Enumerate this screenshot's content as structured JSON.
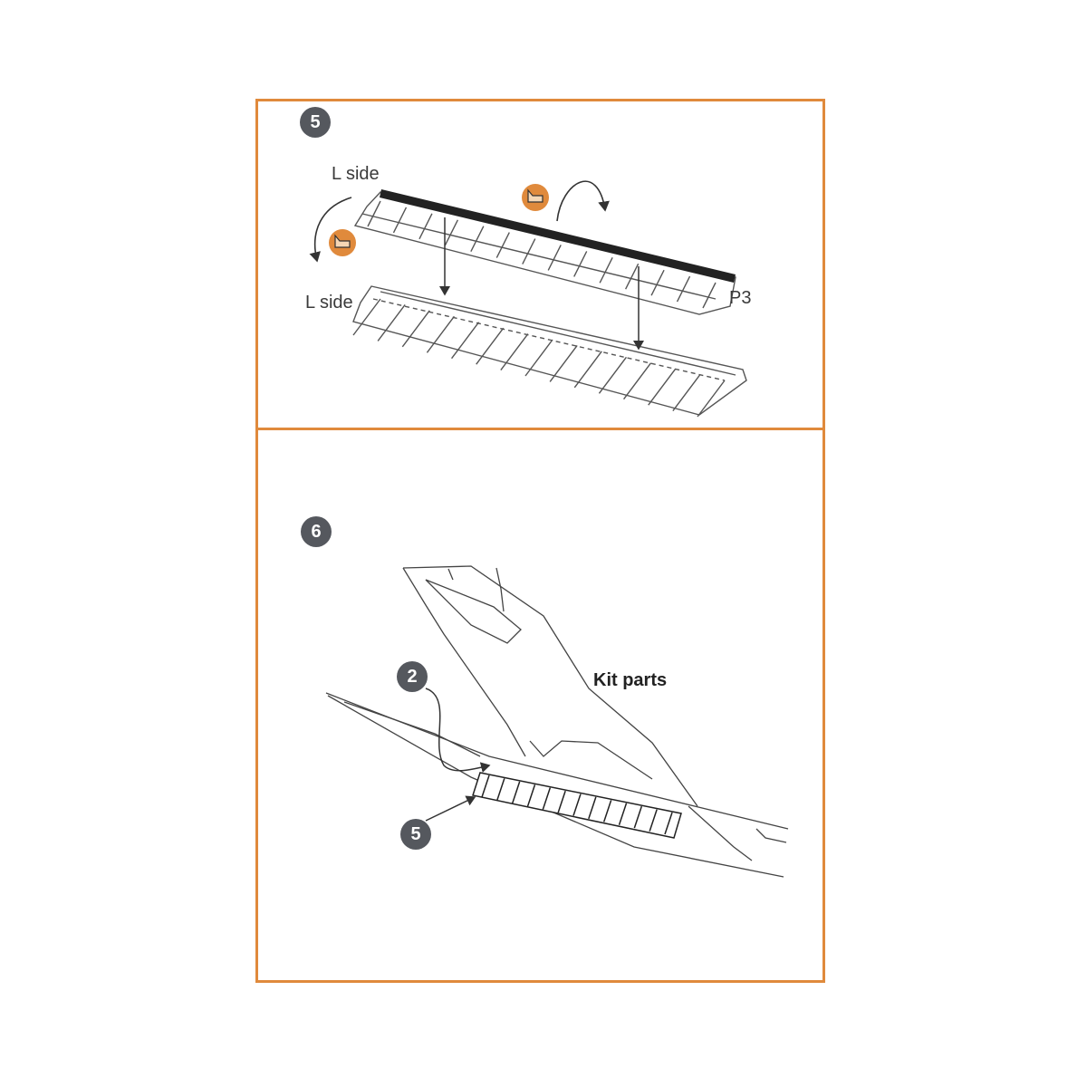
{
  "colors": {
    "frame": "#e08a3c",
    "badge": "#55585e",
    "line": "#444444",
    "strip": "#222222",
    "accent_icon": "#e08a3c"
  },
  "step5": {
    "number": "5",
    "label_top_left": "L side",
    "label_bottom_left": "L side",
    "part_label": "P3",
    "icons": [
      "fold-part-icon",
      "fold-part-icon"
    ]
  },
  "step6": {
    "number": "6",
    "kit_parts_label": "Kit parts",
    "callout_a": "2",
    "callout_b": "5"
  }
}
